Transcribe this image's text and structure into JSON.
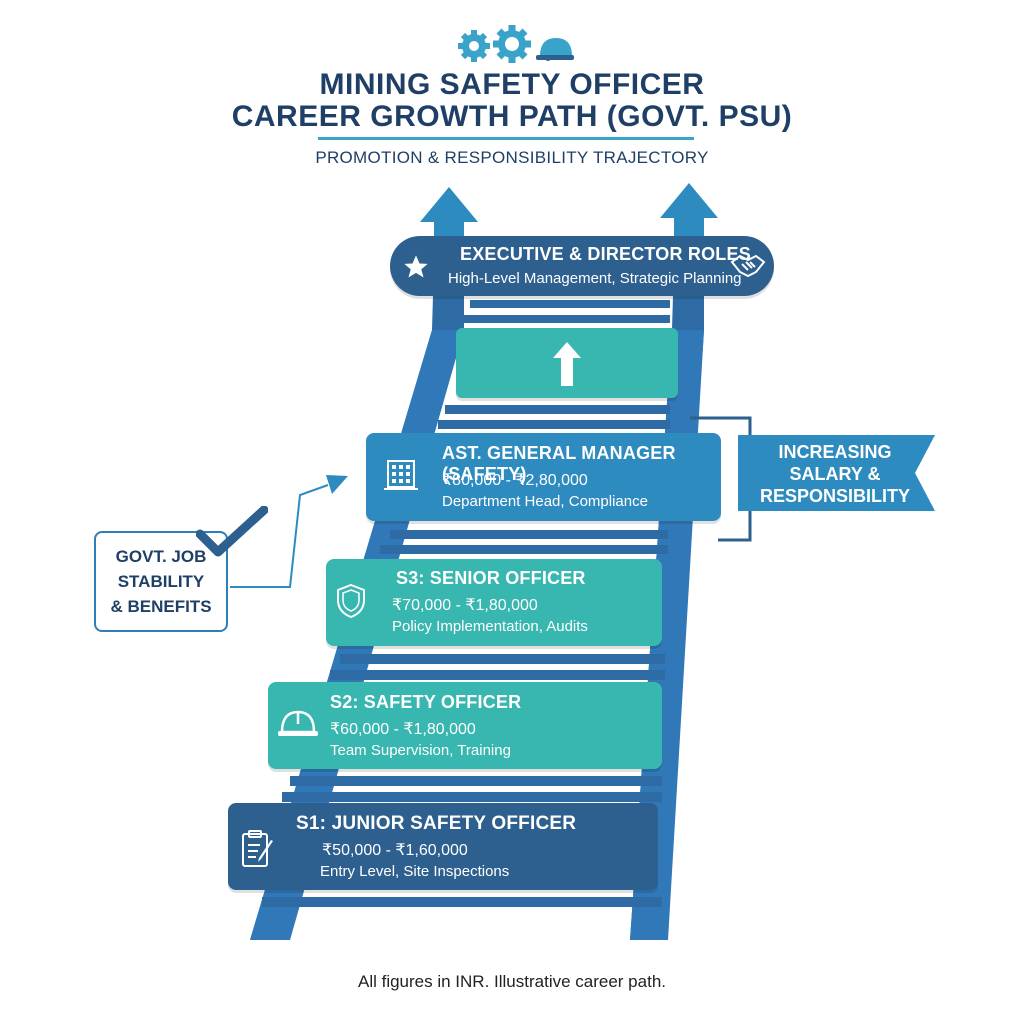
{
  "header": {
    "title_line1": "MINING SAFETY OFFICER",
    "title_line2": "CAREER GROWTH PATH (GOVT. PSU)",
    "subtitle": "PROMOTION & RESPONSIBILITY TRAJECTORY"
  },
  "levels": {
    "executive": {
      "title": "EXECUTIVE & DIRECTOR ROLES",
      "desc": "High-Level Management, Strategic Planning",
      "icon": "star-icon",
      "icon2": "handshake-icon"
    },
    "agm": {
      "title": "AST. GENERAL MANAGER (SAFETY)",
      "salary": "₹80,000 - ₹2,80,000",
      "desc": "Department Head, Compliance",
      "icon": "building-icon"
    },
    "s3": {
      "title": "S3: SENIOR OFFICER",
      "salary": "₹70,000 - ₹1,80,000",
      "desc": "Policy Implementation, Audits",
      "icon": "shield-icon"
    },
    "s2": {
      "title": "S2: SAFETY OFFICER",
      "salary": "₹60,000 - ₹1,80,000",
      "desc": "Team Supervision, Training",
      "icon": "hard-hat-icon"
    },
    "s1": {
      "title": "S1: JUNIOR SAFETY OFFICER",
      "salary": "₹50,000 - ₹1,60,000",
      "desc": "Entry Level, Site Inspections",
      "icon": "clipboard-icon"
    }
  },
  "callouts": {
    "govt_line1": "GOVT. JOB",
    "govt_line2": "STABILITY",
    "govt_line3": "& BENEFITS",
    "ribbon_line1": "INCREASING",
    "ribbon_line2": "SALARY &",
    "ribbon_line3": "RESPONSIBILITY"
  },
  "footer": "All figures in INR. Illustrative career path.",
  "colors": {
    "navy": "#2d5f8f",
    "teal": "#38b6b0",
    "blue": "#2e8bc0",
    "text": "#1f3f66",
    "accent": "#3aa3c9"
  }
}
